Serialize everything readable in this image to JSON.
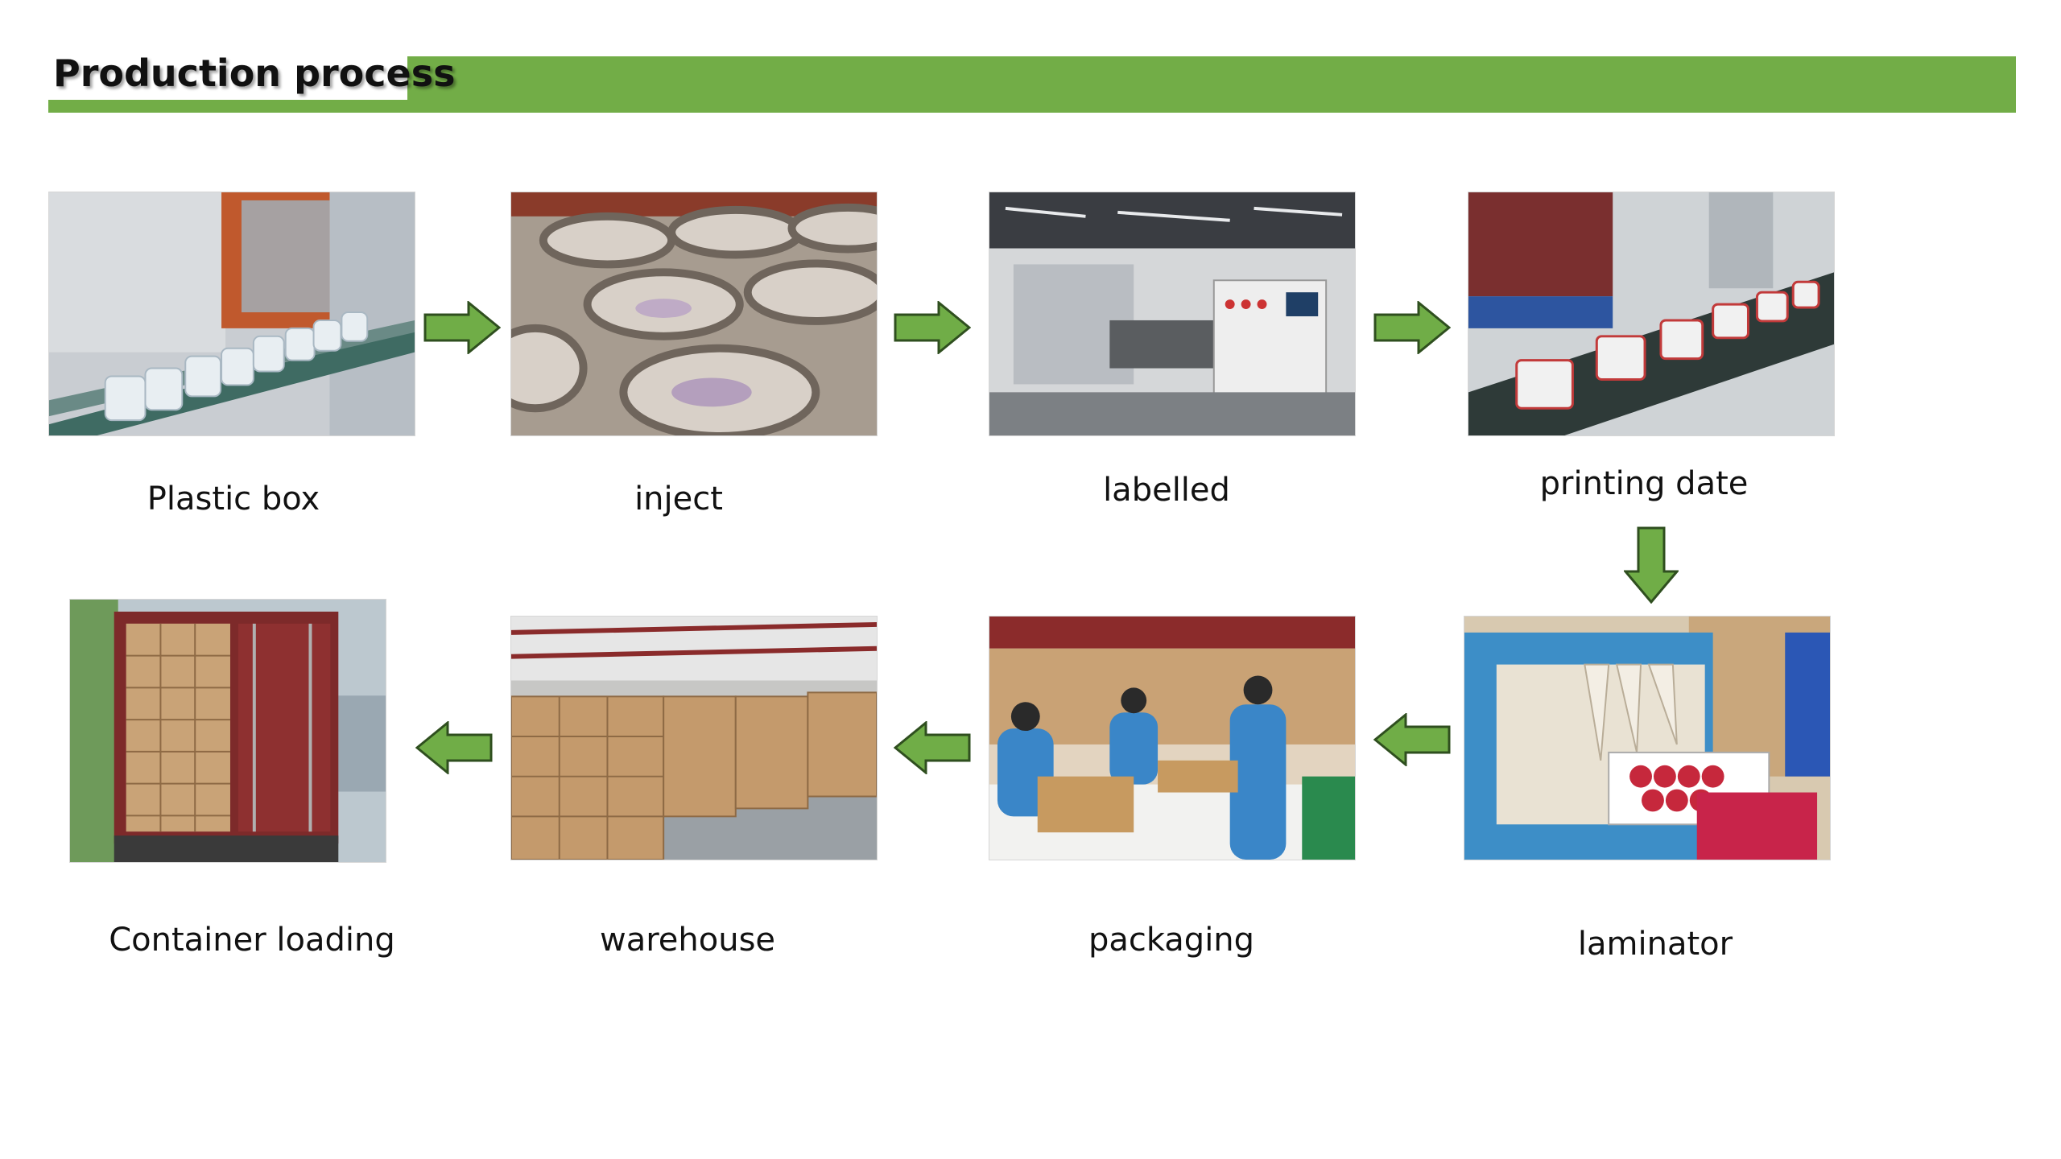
{
  "title": "Production process",
  "colors": {
    "accent": "#72ad47",
    "arrow_fill": "#70ad47",
    "arrow_stroke": "#2f4f1f"
  },
  "steps": [
    {
      "label": "Plastic box"
    },
    {
      "label": "inject"
    },
    {
      "label": "labelled"
    },
    {
      "label": "printing date"
    },
    {
      "label": "laminator"
    },
    {
      "label": "packaging"
    },
    {
      "label": "warehouse"
    },
    {
      "label": "Container loading"
    }
  ]
}
